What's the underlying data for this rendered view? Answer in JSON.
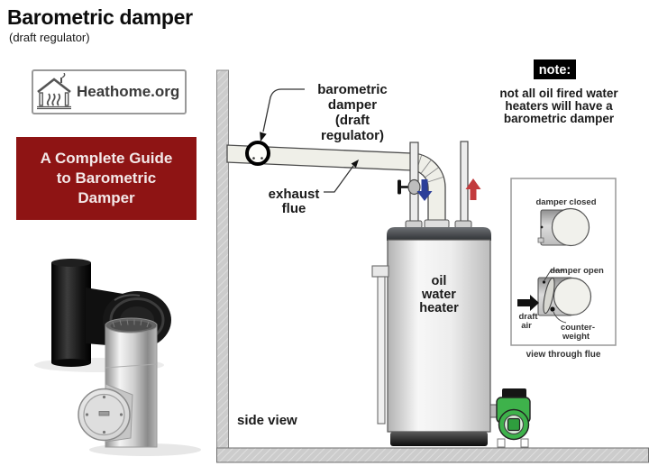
{
  "colors": {
    "guide_bg": "#8e1414",
    "note_bg": "#000000",
    "burner_green": "#3eb24b",
    "cold_arrow_blue": "#2c3f99",
    "hot_arrow_red": "#c23b3d"
  },
  "header": {
    "title": "Barometric damper",
    "subtitle": "(draft regulator)"
  },
  "logo": {
    "text": "Heathome.org"
  },
  "guide_box": {
    "lines": [
      "A Complete Guide",
      "to Barometric",
      "Damper"
    ]
  },
  "note": {
    "label": "note:",
    "lines": [
      "not all oil fired water",
      "heaters will have a",
      "barometric damper"
    ]
  },
  "diagram": {
    "damper_label": {
      "lines": [
        "barometric",
        "damper",
        "(draft",
        "regulator)"
      ]
    },
    "exhaust_label": {
      "lines": [
        "exhaust",
        "flue"
      ]
    },
    "heater_label": {
      "lines": [
        "oil",
        "water",
        "heater"
      ]
    },
    "view_label": "side view"
  },
  "panel": {
    "closed_label": "damper closed",
    "open_label": "damper open",
    "draft_label": {
      "lines": [
        "draft",
        "air"
      ]
    },
    "weight_label": {
      "lines": [
        "counter-",
        "weight"
      ]
    },
    "caption": "view through flue"
  }
}
